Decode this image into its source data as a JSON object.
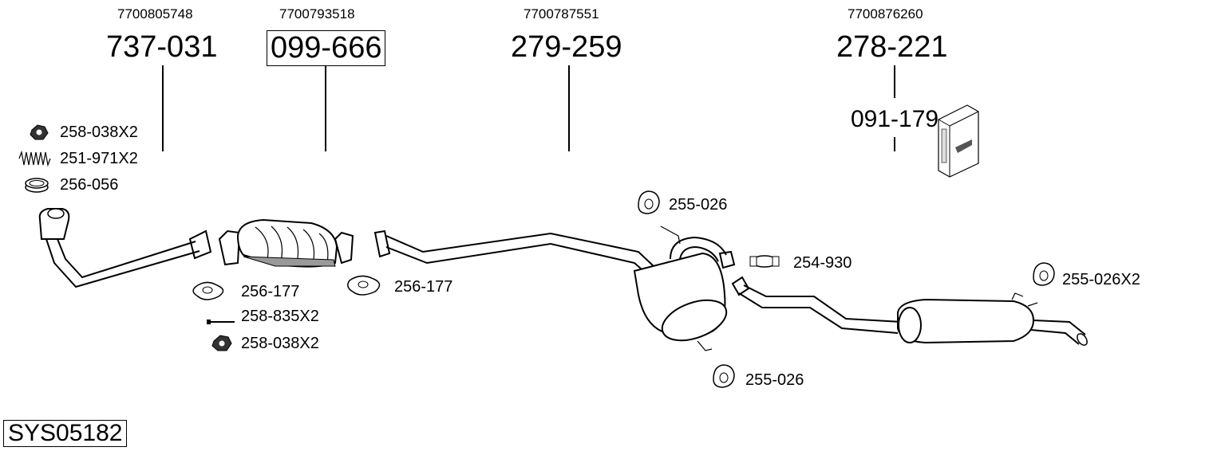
{
  "system_code": "SYS05182",
  "main_parts": [
    {
      "oem": "7700805748",
      "part": "737-031",
      "highlighted": false
    },
    {
      "oem": "7700793518",
      "part": "099-666",
      "highlighted": true
    },
    {
      "oem": "7700787551",
      "part": "279-259",
      "highlighted": false
    },
    {
      "oem": "7700876260",
      "part": "278-221",
      "highlighted": false
    }
  ],
  "kit_part": "091-179",
  "accessories": {
    "nut_front": "258-038X2",
    "spring": "251-971X2",
    "ring": "256-056",
    "gasket_1": "256-177",
    "bolt": "258-835X2",
    "nut_cat": "258-038X2",
    "gasket_2": "256-177",
    "hanger_top": "255-026",
    "clamp": "254-930",
    "hanger_bottom": "255-026",
    "hanger_rear": "255-026X2"
  }
}
